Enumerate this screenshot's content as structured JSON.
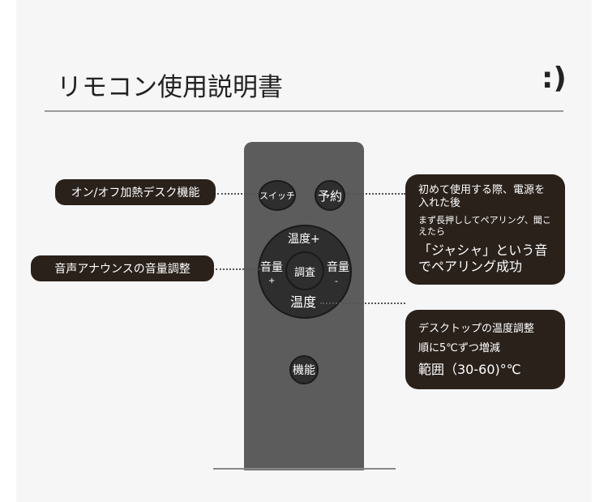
{
  "header": {
    "title": "リモコン使用説明書",
    "emoticon": ":)"
  },
  "remote": {
    "switch": "スイッチ",
    "timer": "予約",
    "temp_up": "温度+",
    "vol_plus": "音量",
    "vol_plus_sign": "+",
    "center": "調査",
    "vol_minus": "音量",
    "vol_minus_sign": "-",
    "temp_down": "温度",
    "function": "機能"
  },
  "labels": {
    "power": "オン/オフ加熱デスク機能",
    "volume": "音声アナウンスの音量調整"
  },
  "pairing": {
    "line1": "初めて使用する際、電源を入れた後",
    "line2": "まず長押ししてペアリング、聞こえたら",
    "line3": "「ジャシャ」という音でペアリング成功"
  },
  "temperature": {
    "line1": "デスクトップの温度調整",
    "line2": "順に5℃ずつ増減",
    "line3": "範囲（30-60)°℃"
  }
}
